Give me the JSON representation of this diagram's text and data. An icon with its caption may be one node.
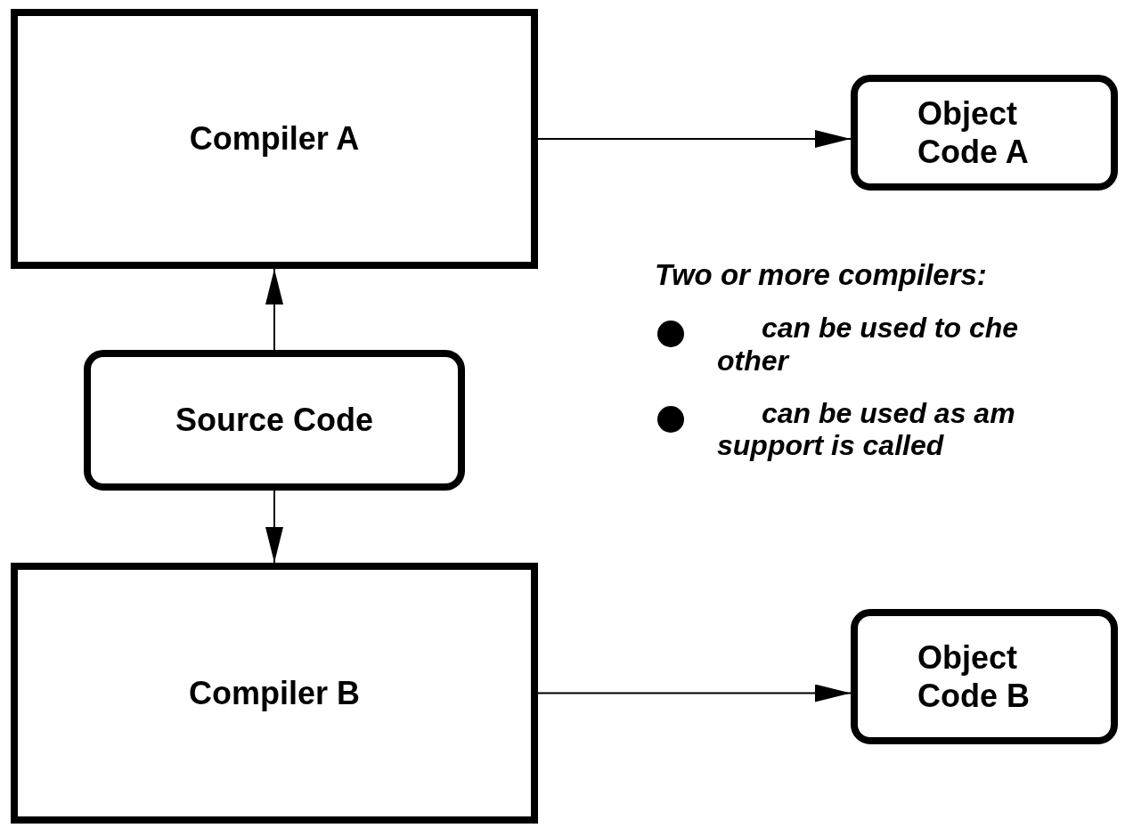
{
  "diagram": {
    "nodes": [
      {
        "text": [
          "Compiler A"
        ]
      },
      {
        "text": [
          "Object Code A"
        ]
      },
      {
        "text": [
          "Source Code"
        ]
      },
      {
        "text": [
          "Compiler B"
        ]
      },
      {
        "text": [
          "Object Code B"
        ]
      }
    ],
    "edges": [
      {
        "from": 0,
        "to": 1,
        "arrow": "to"
      },
      {
        "from": 2,
        "to": 0,
        "arrow": "to"
      },
      {
        "from": 2,
        "to": 3,
        "arrow": "to"
      },
      {
        "from": 3,
        "to": 4,
        "arrow": "to"
      }
    ],
    "labels": [
      "Two or more compilers:",
      "can be used to che other",
      "can be used as am support is called"
    ]
  }
}
